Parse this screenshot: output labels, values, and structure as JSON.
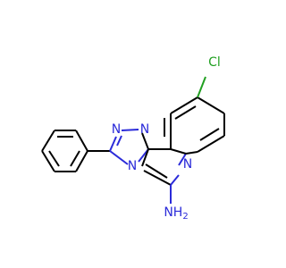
{
  "molecule": {
    "colors": {
      "carbon_bond": "#000000",
      "nitrogen": "#2b2bd9",
      "chlorine": "#21a021",
      "background": "#ffffff"
    },
    "labels": {
      "chlorine": "Cl",
      "n1": "N",
      "n2": "N",
      "n3": "N",
      "n4": "N",
      "amine": "NH"
    },
    "amine_subscript": "2"
  }
}
